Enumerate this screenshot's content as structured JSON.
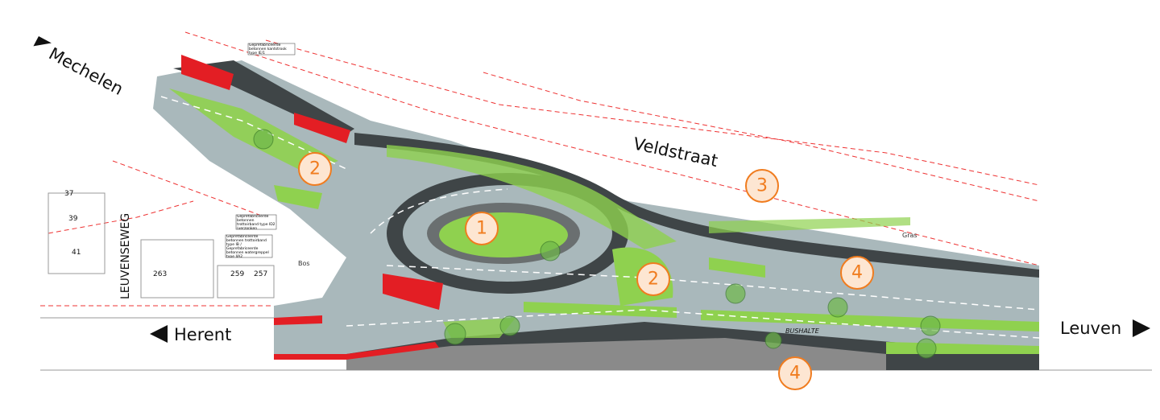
{
  "directions": {
    "mechelen": "Mechelen",
    "herent": "Herent",
    "leuven": "Leuven"
  },
  "streets": {
    "veldstraat": "Veldstraat",
    "leuvenseweg": "LEUVENSEWEG"
  },
  "house_numbers": [
    "37",
    "39",
    "41",
    "263",
    "259",
    "257"
  ],
  "markers": [
    "1",
    "2",
    "2",
    "3",
    "4",
    "4"
  ],
  "area_labels": {
    "bushalte": "BUSHALTE",
    "gras": "Gras",
    "bos": "Bos"
  },
  "annotations": [
    "Geprefabriceerde betonnen kantstrook type IE/1",
    "Geprefabriceerde betonnen trottoirband type ID2 (verzonken geplaatst)",
    "Geprefabriceerde betonnen trottoirband type IB / Geprefabriceerde betonnen watergreppel type IIA2"
  ],
  "colors": {
    "asphalt": "#3f4547",
    "lane": "#a9b8bb",
    "green": "#8fd14f",
    "bike": "#e31e24",
    "marker": "#f07c1f",
    "marker_fill": "#fde6d2"
  }
}
